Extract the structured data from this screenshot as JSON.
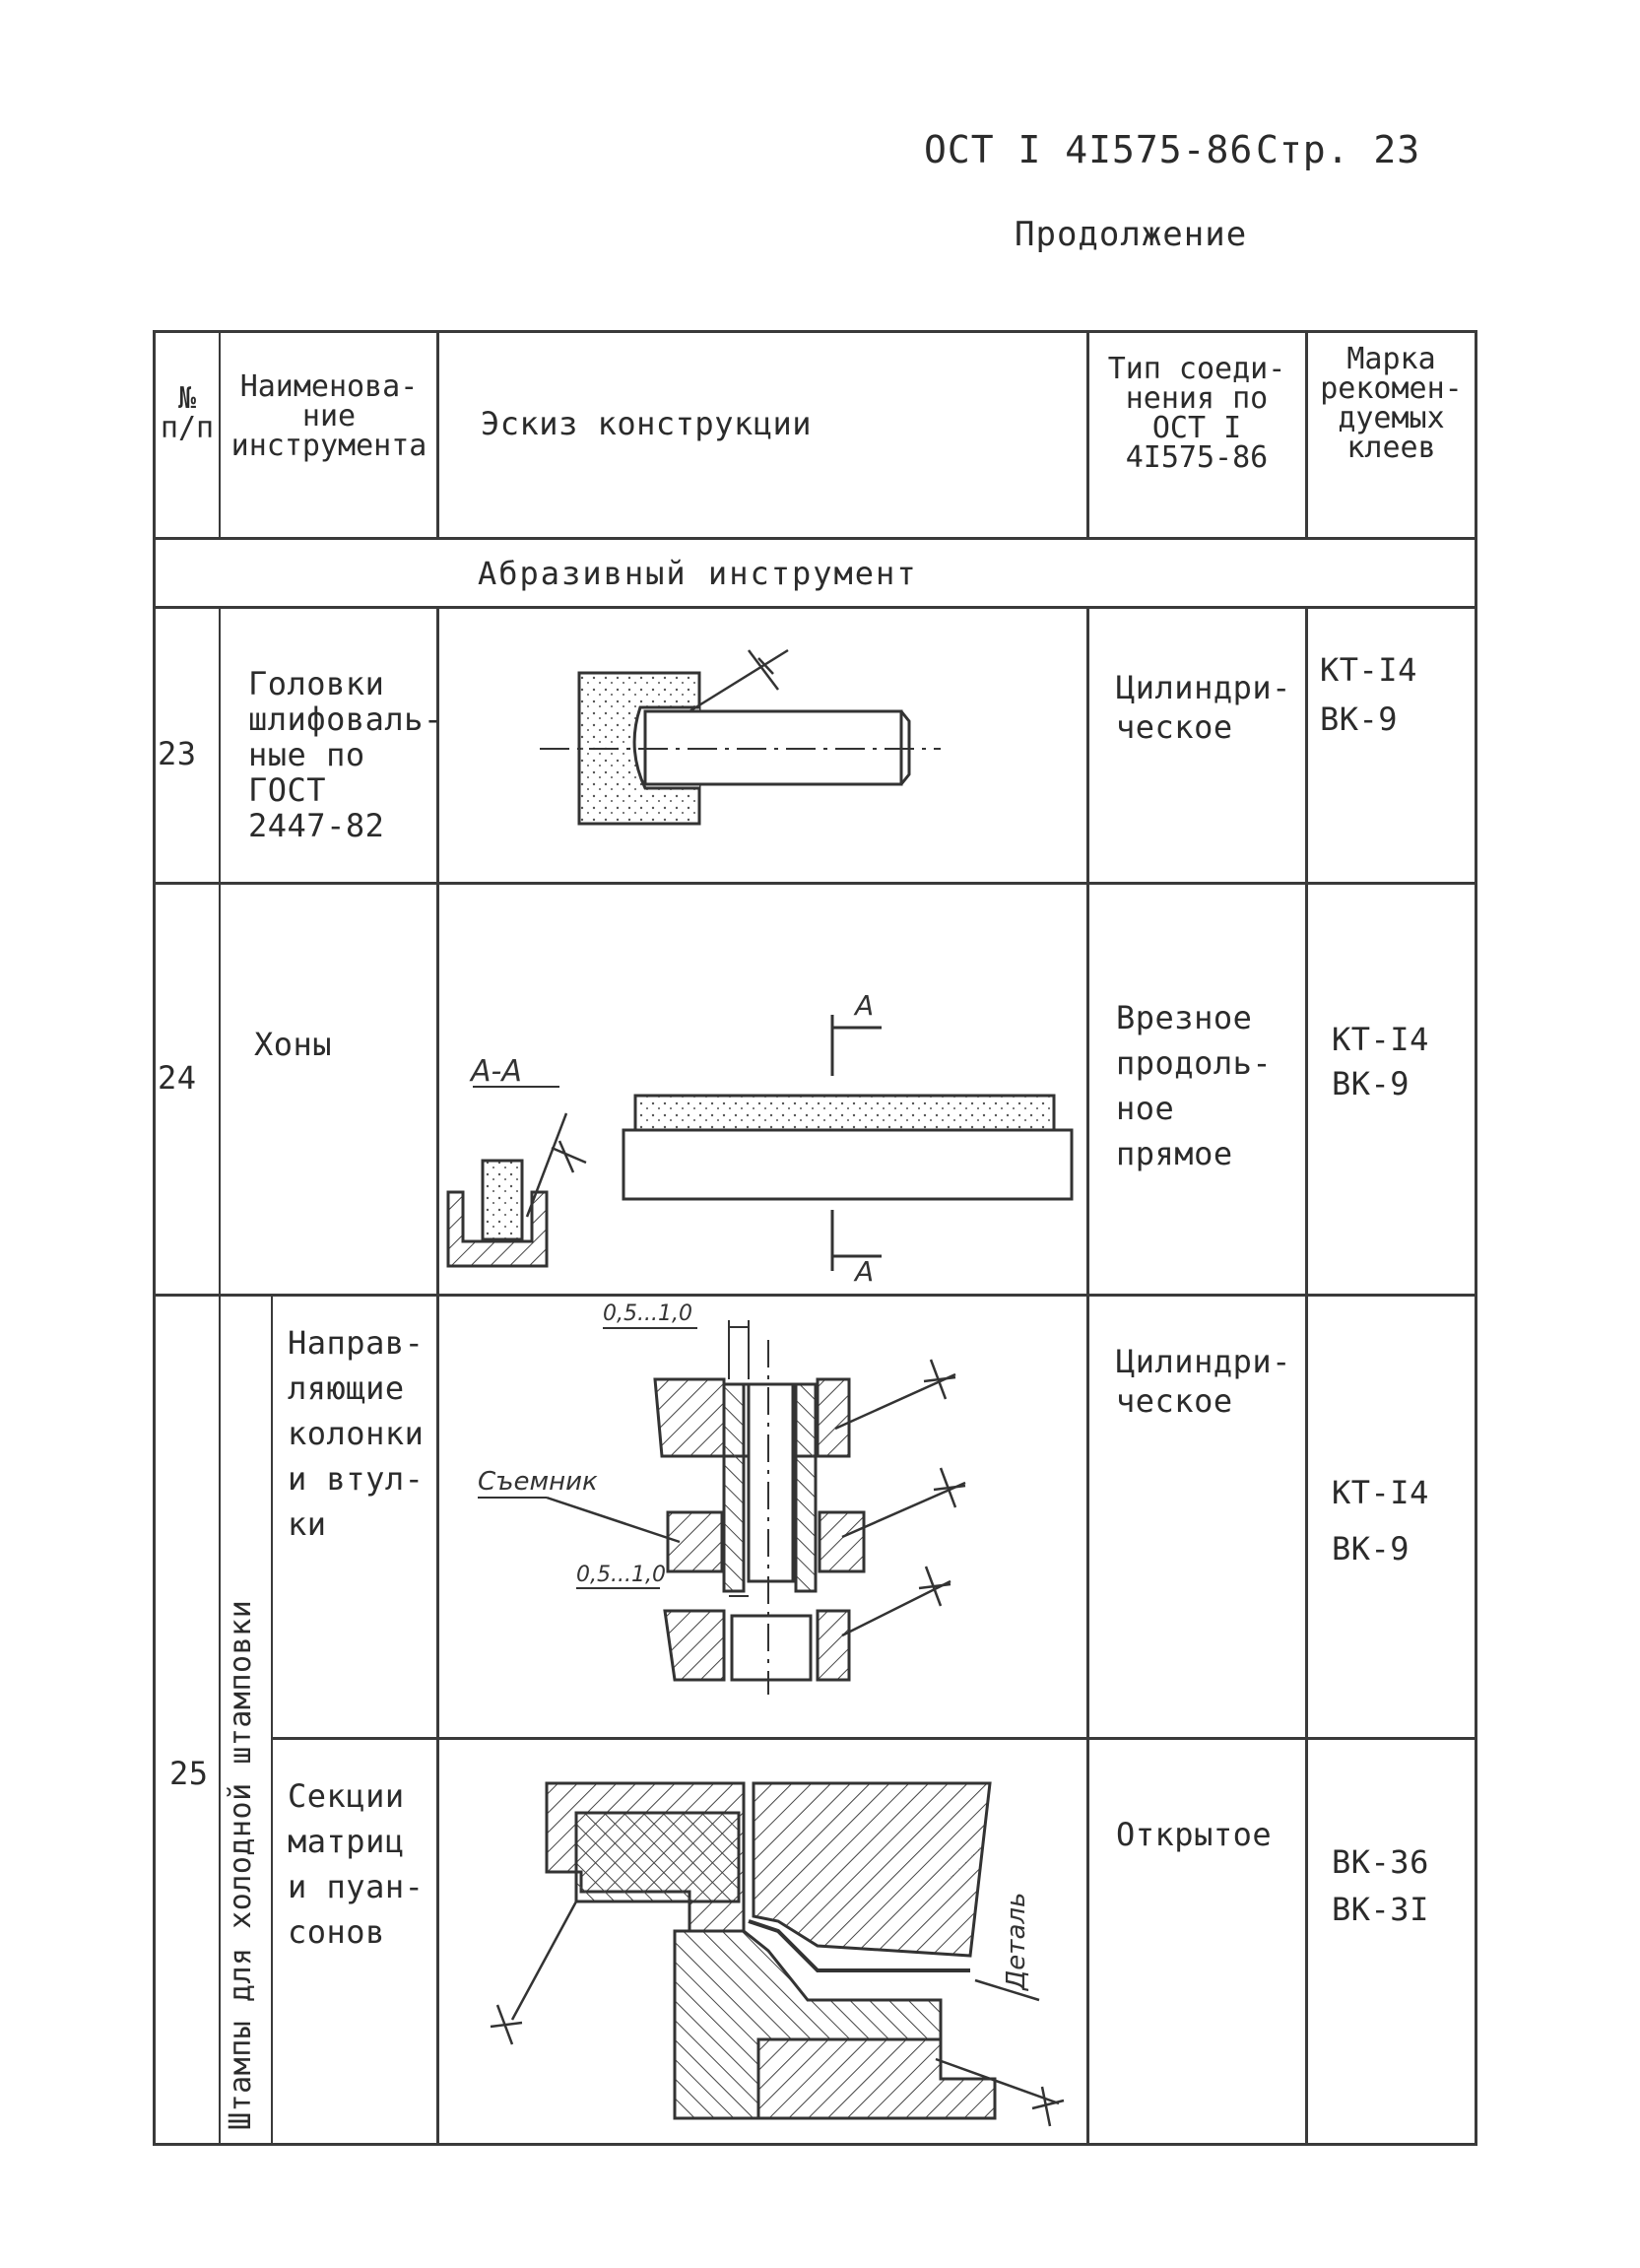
{
  "header": {
    "doc_code": "ОСТ I 4I575-86",
    "page_label": "Стр. 23",
    "continuation": "Продолжение"
  },
  "table": {
    "columns": [
      "№ п/п",
      "Наименова- ние инструмента",
      "Эскиз конструкции",
      "Тип соеди- нения по ОСТ I 4I575-86",
      "Марка рекомен- дуемых клеев"
    ],
    "section": "Абразивный инструмент",
    "rows": [
      {
        "num": "23",
        "name": "Головки шлифоваль- ные по ГОСТ 2447-82",
        "joint": "Цилиндри- ческое",
        "glues": [
          "КТ-I4",
          "ВК-9"
        ]
      },
      {
        "num": "24",
        "name": "Хоны",
        "sketch": {
          "section_label": "А-А",
          "cut_mark": "А"
        },
        "joint": "Врезное продоль- ное прямое",
        "glues": [
          "КТ-I4",
          "ВК-9"
        ]
      },
      {
        "num": "25",
        "group": "Штампы для холодной штамповки",
        "subrows": [
          {
            "name": "Направ- ляющие колонки и втул- ки",
            "sketch": {
              "dim_top": "0,5...1,0",
              "dim_bottom": "0,5...1,0",
              "label": "Съемник"
            },
            "joint": "Цилиндри- ческое",
            "glues": [
              "КТ-I4",
              "ВК-9"
            ]
          },
          {
            "name": "Секции матриц и пуан- сонов",
            "sketch": {
              "label": "Деталь"
            },
            "joint": "Открытое",
            "glues": [
              "ВК-36",
              "ВК-3I"
            ]
          }
        ]
      }
    ]
  }
}
